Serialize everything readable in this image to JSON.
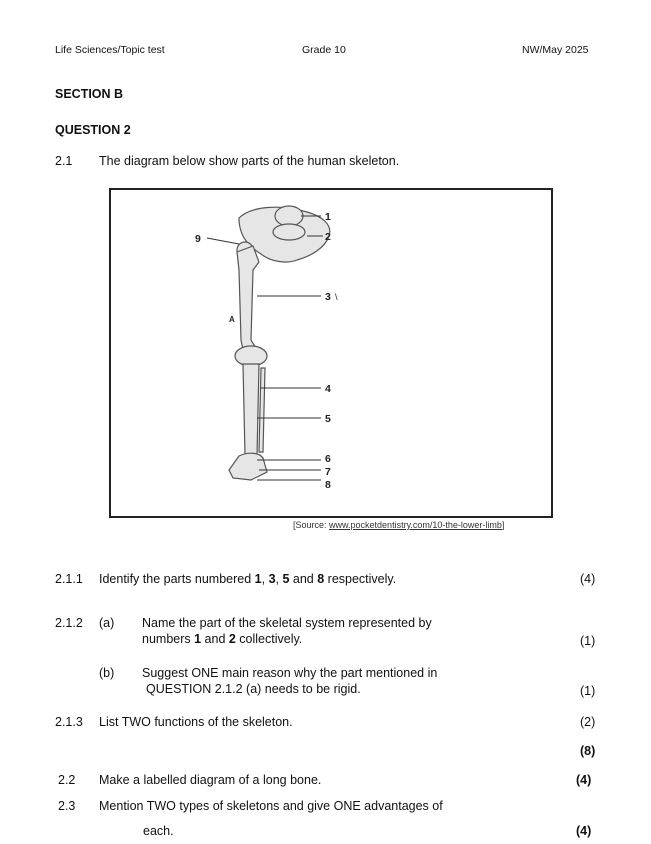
{
  "header": {
    "left": "Life Sciences/Topic test",
    "center": "Grade 10",
    "right": "NW/May 2025"
  },
  "section_title": "SECTION B",
  "question_title": "QUESTION 2",
  "q2_1": {
    "num": "2.1",
    "text": "The diagram below show parts of the human skeleton."
  },
  "figure": {
    "labels": [
      "1",
      "2",
      "3",
      "4",
      "5",
      "6",
      "7",
      "8",
      "9"
    ],
    "letter_a": "A",
    "tick_mark": "\\",
    "source_prefix": "[Source: ",
    "source_url": "www.pocketdentistry.com/10-the-lower-limb",
    "source_suffix": "]"
  },
  "q2_1_1": {
    "num": "2.1.1",
    "text_a": "Identify the parts numbered ",
    "n1": "1",
    "sep1": ", ",
    "n3": "3",
    "sep2": ", ",
    "n5": "5",
    "sep3": " and ",
    "n8": "8",
    "text_b": " respectively.",
    "marks": "(4)"
  },
  "q2_1_2": {
    "num": "2.1.2",
    "a": {
      "label": "(a)",
      "line1": "Name the part of the skeletal system represented by",
      "line2_a": "numbers ",
      "n1": "1",
      "and": " and ",
      "n2": "2",
      "line2_b": " collectively.",
      "marks": "(1)"
    },
    "b": {
      "label": "(b)",
      "line1": "Suggest ONE main reason why the part mentioned in",
      "line2": "QUESTION 2.1.2 (a) needs to be rigid.",
      "marks": "(1)"
    }
  },
  "q2_1_3": {
    "num": "2.1.3",
    "text": "List TWO functions of the skeleton.",
    "marks": "(2)"
  },
  "subtotal": "(8)",
  "q2_2": {
    "num": "2.2",
    "text": "Make a labelled diagram of a long bone.",
    "marks": "(4)"
  },
  "q2_3": {
    "num": "2.3",
    "line1": "Mention TWO types of skeletons and give ONE advantages of",
    "line2": "each.",
    "marks": "(4)"
  }
}
